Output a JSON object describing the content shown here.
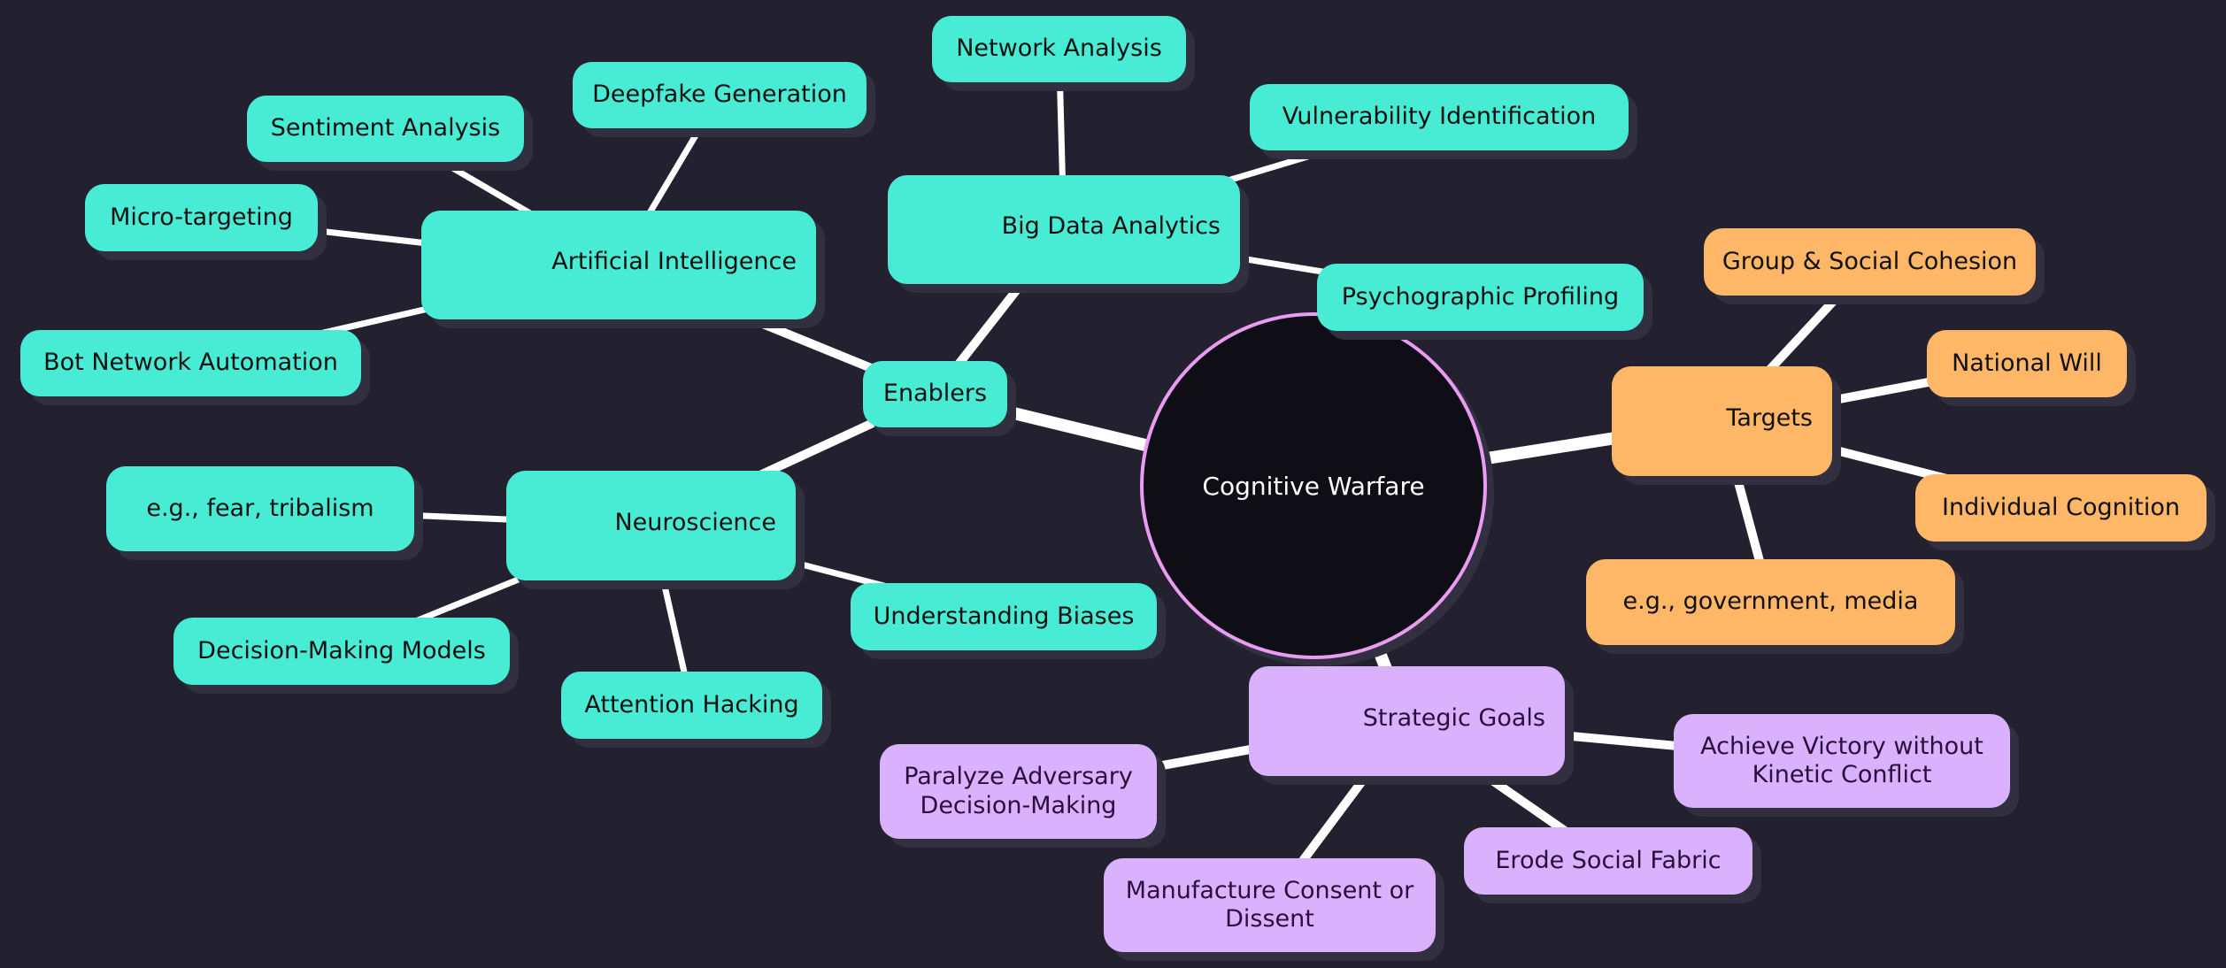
{
  "root": {
    "label": "Cognitive Warfare"
  },
  "colors": {
    "background": "#232130",
    "root_fill": "#0f0e17",
    "root_border": "#ea9bf2",
    "enablers": "#48ecd5",
    "targets": "#feb667",
    "strategic_goals": "#d9b1fd",
    "edge": "#ffffff"
  },
  "nodes": {
    "enablers": {
      "label": "Enablers"
    },
    "artificial_intelligence": {
      "label": "Artificial Intelligence"
    },
    "deepfake_generation": {
      "label": "Deepfake Generation"
    },
    "sentiment_analysis": {
      "label": "Sentiment Analysis"
    },
    "micro_targeting": {
      "label": "Micro-targeting"
    },
    "bot_network_automation": {
      "label": "Bot Network Automation"
    },
    "big_data_analytics": {
      "label": "Big Data Analytics"
    },
    "network_analysis": {
      "label": "Network Analysis"
    },
    "vulnerability_identification": {
      "label": "Vulnerability Identification"
    },
    "psychographic_profiling": {
      "label": "Psychographic Profiling"
    },
    "neuroscience": {
      "label": "Neuroscience"
    },
    "fear_tribalism": {
      "label": "e.g., fear, tribalism"
    },
    "decision_making_models": {
      "label": "Decision-Making Models"
    },
    "attention_hacking": {
      "label": "Attention Hacking"
    },
    "understanding_biases": {
      "label": "Understanding Biases"
    },
    "targets": {
      "label": "Targets"
    },
    "group_social_cohesion": {
      "label": "Group & Social Cohesion"
    },
    "national_will": {
      "label": "National Will"
    },
    "individual_cognition": {
      "label": "Individual Cognition"
    },
    "government_media": {
      "label": "e.g., government, media"
    },
    "strategic_goals": {
      "label": "Strategic Goals"
    },
    "achieve_victory": {
      "label": "Achieve Victory without Kinetic Conflict"
    },
    "erode_social_fabric": {
      "label": "Erode Social Fabric"
    },
    "manufacture_consent": {
      "label": "Manufacture Consent or Dissent"
    },
    "paralyze_adversary": {
      "label": "Paralyze Adversary Decision-Making"
    }
  },
  "edges": [
    [
      "root",
      "enablers"
    ],
    [
      "root",
      "targets"
    ],
    [
      "root",
      "strategic_goals"
    ],
    [
      "enablers",
      "artificial_intelligence"
    ],
    [
      "enablers",
      "big_data_analytics"
    ],
    [
      "enablers",
      "neuroscience"
    ],
    [
      "artificial_intelligence",
      "deepfake_generation"
    ],
    [
      "artificial_intelligence",
      "sentiment_analysis"
    ],
    [
      "artificial_intelligence",
      "micro_targeting"
    ],
    [
      "artificial_intelligence",
      "bot_network_automation"
    ],
    [
      "big_data_analytics",
      "network_analysis"
    ],
    [
      "big_data_analytics",
      "vulnerability_identification"
    ],
    [
      "big_data_analytics",
      "psychographic_profiling"
    ],
    [
      "neuroscience",
      "fear_tribalism"
    ],
    [
      "neuroscience",
      "decision_making_models"
    ],
    [
      "neuroscience",
      "attention_hacking"
    ],
    [
      "neuroscience",
      "understanding_biases"
    ],
    [
      "targets",
      "group_social_cohesion"
    ],
    [
      "targets",
      "national_will"
    ],
    [
      "targets",
      "individual_cognition"
    ],
    [
      "targets",
      "government_media"
    ],
    [
      "strategic_goals",
      "achieve_victory"
    ],
    [
      "strategic_goals",
      "erode_social_fabric"
    ],
    [
      "strategic_goals",
      "manufacture_consent"
    ],
    [
      "strategic_goals",
      "paralyze_adversary"
    ]
  ]
}
